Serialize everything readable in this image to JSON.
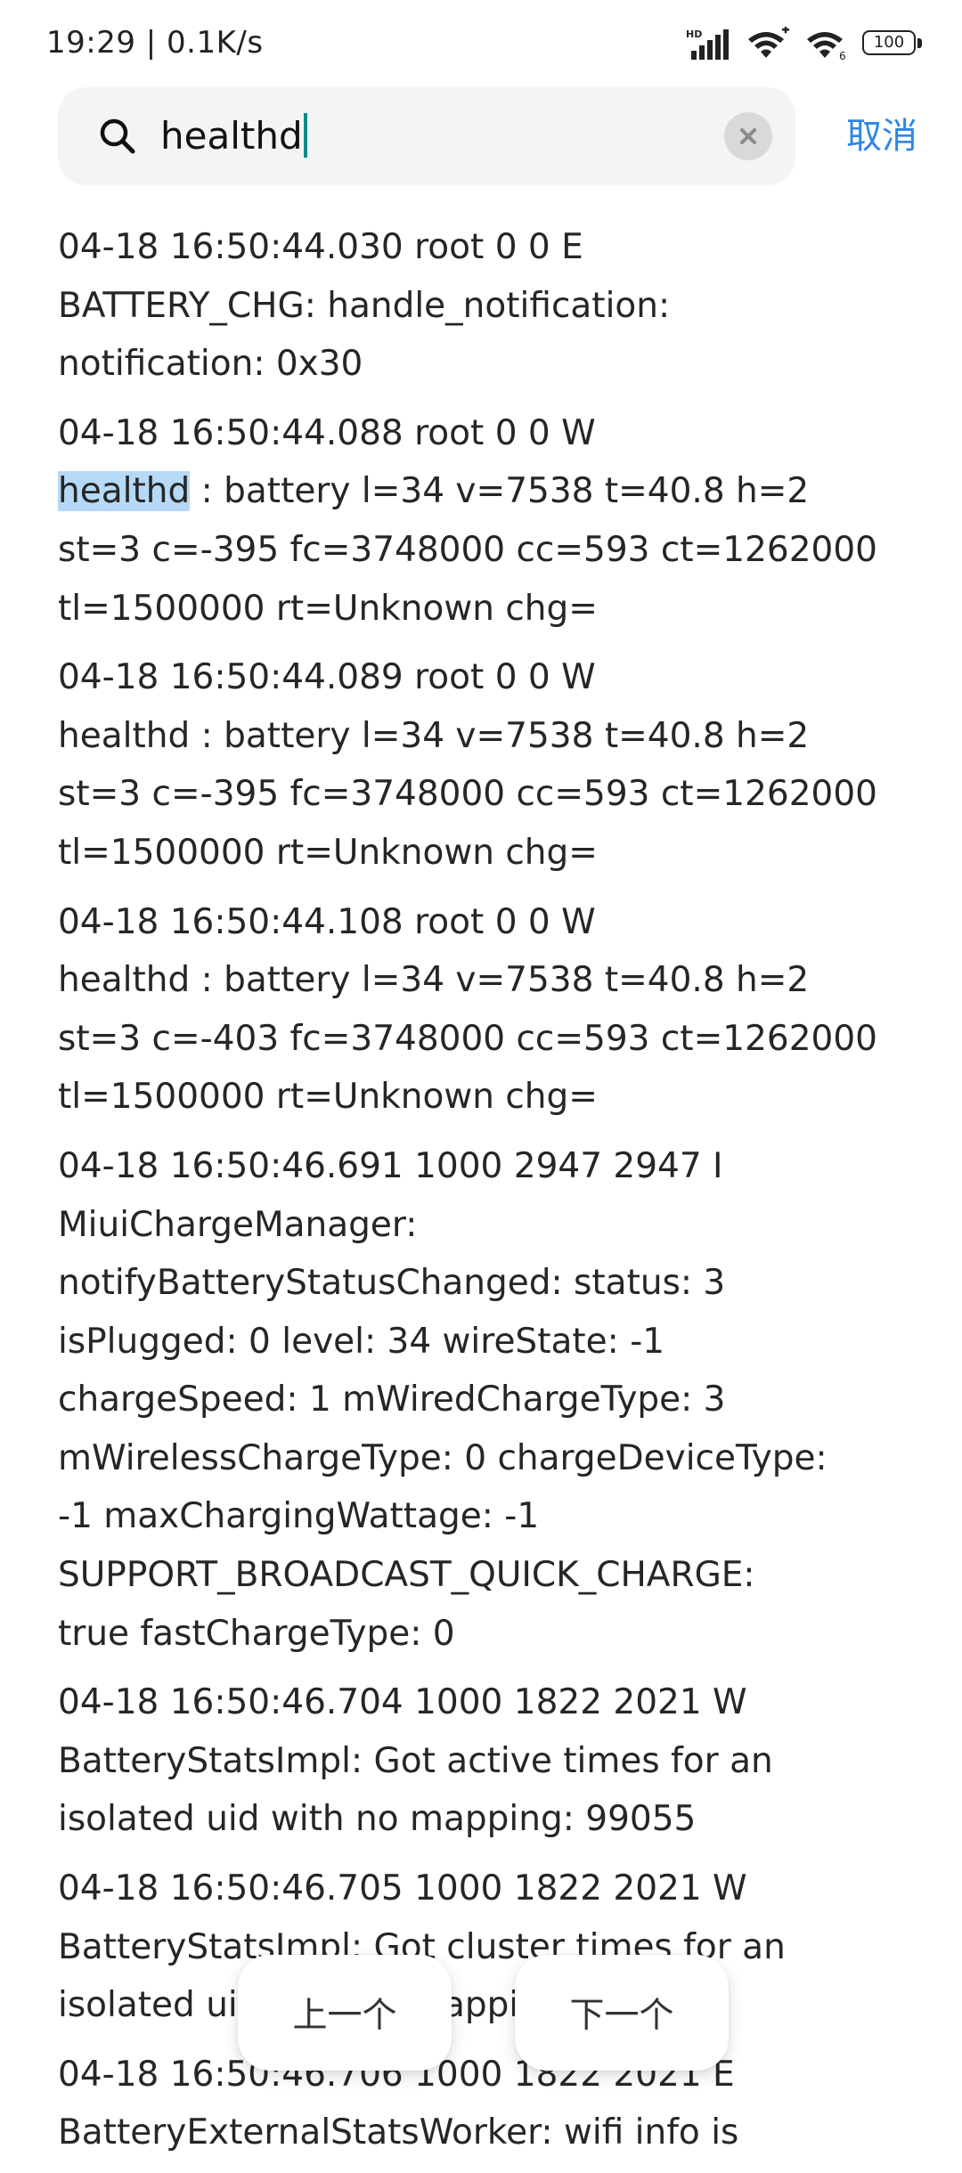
{
  "status_bar": {
    "time_speed": "19:29 | 0.1K/s",
    "battery": "100"
  },
  "search": {
    "query": "healthd",
    "cancel_label": "取消"
  },
  "logs": [
    {
      "lines": [
        "04-18  16:50:44.030    root          0          0  E",
        "BATTERY_CHG:                handle_notification:",
        "notification: 0x30"
      ]
    },
    {
      "lines": [
        "04-18  16:50:44.088    root          0          0  W",
        "healthd",
        "  :  battery  l=34  v=7538  t=40.8  h=2",
        "st=3 c=-395 fc=3748000 cc=593 ct=1262000",
        "tl=1500000 rt=Unknown chg="
      ]
    },
    {
      "lines": [
        "04-18  16:50:44.089    root          0          0  W",
        "healthd  :  battery  l=34  v=7538  t=40.8  h=2",
        "st=3 c=-395 fc=3748000 cc=593 ct=1262000",
        "tl=1500000 rt=Unknown chg="
      ]
    },
    {
      "lines": [
        "04-18  16:50:44.108    root          0          0  W",
        "healthd  :  battery  l=34  v=7538  t=40.8  h=2",
        "st=3 c=-403 fc=3748000 cc=593 ct=1262000",
        "tl=1500000 rt=Unknown chg="
      ]
    },
    {
      "lines": [
        "04-18  16:50:46.691    1000    2947    2947  I",
        "MiuiChargeManager:",
        "notifyBatteryStatusChanged:          status:   3",
        "isPlugged:   0   level:   34   wireState:   -1",
        "chargeSpeed:   1   mWiredChargeType:   3",
        "mWirelessChargeType: 0 chargeDeviceType:",
        "-1              maxChargingWattage:             -1",
        "SUPPORT_BROADCAST_QUICK_CHARGE:",
        "true fastChargeType: 0"
      ]
    },
    {
      "lines": [
        "04-18  16:50:46.704    1000    1822    2021  W",
        "BatteryStatsImpl:  Got  active  times  for  an",
        "isolated uid with no mapping: 99055"
      ]
    },
    {
      "lines": [
        "04-18  16:50:46.705    1000    1822    2021  W",
        "BatteryStatsImpl:  Got  cluster  times  for  an",
        "isolated uid with no mapping: 99055"
      ]
    },
    {
      "lines": [
        "04-18  16:50:46.706    1000    1822    2021  E",
        "BatteryExternalStatsWorker:    wifi    info    is"
      ]
    }
  ],
  "nav": {
    "prev_label": "上一个",
    "next_label": "下一个"
  }
}
